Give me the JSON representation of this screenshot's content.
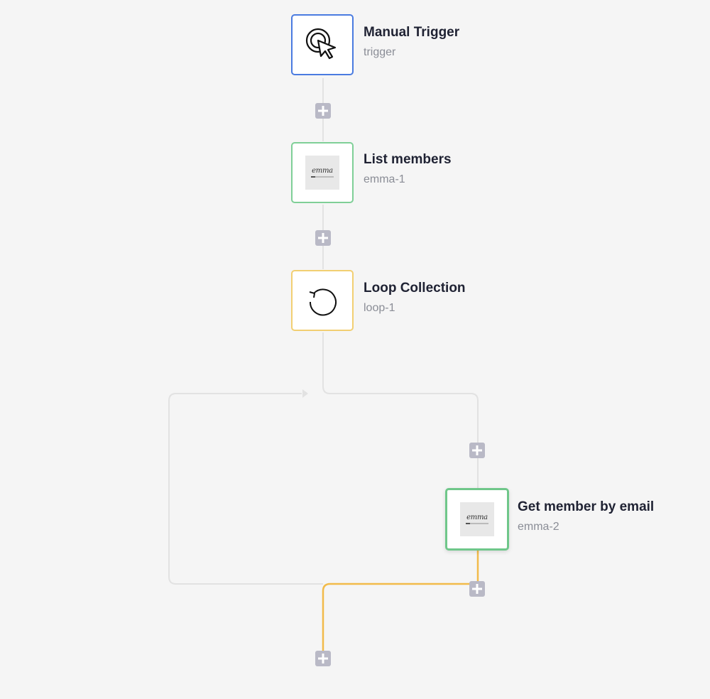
{
  "workflow": {
    "nodes": [
      {
        "title": "Manual Trigger",
        "subtitle": "trigger",
        "icon": "cursor-click-icon"
      },
      {
        "title": "List members",
        "subtitle": "emma-1",
        "icon": "emma-logo"
      },
      {
        "title": "Loop Collection",
        "subtitle": "loop-1",
        "icon": "loop-icon"
      },
      {
        "title": "Get member by email",
        "subtitle": "emma-2",
        "icon": "emma-logo"
      }
    ],
    "logo_text": "emma"
  },
  "colors": {
    "background": "#f5f5f5",
    "trigger_border": "#4a7be0",
    "emma_border": "#7fcf97",
    "loop_border": "#f2cf72",
    "connector": "#e2e2e2",
    "active_connector": "#f2bb4a",
    "plus_button": "#b9b9c6"
  }
}
